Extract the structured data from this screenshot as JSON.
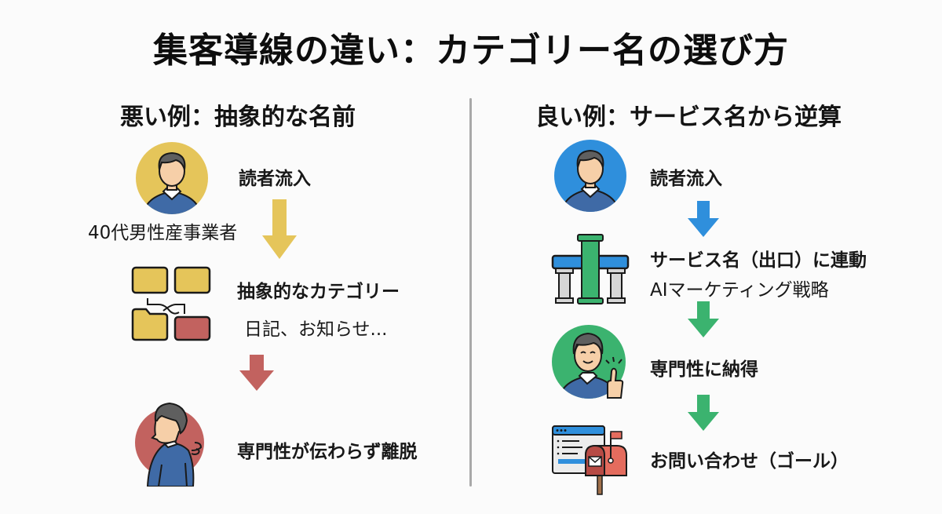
{
  "title": "集客導線の違い：カテゴリー名の選び方",
  "colors": {
    "bad_yellow": "#e5c55a",
    "bad_red": "#c2625f",
    "good_blue": "#2f8fdc",
    "good_green": "#3bb36f",
    "divider": "#a9a9a9",
    "shirt_blue": "#3f6aa6"
  },
  "left": {
    "heading": "悪い例：抽象的な名前",
    "steps": [
      {
        "icon": "reader-avatar-icon",
        "label": "読者流入",
        "sublabel": "40代男性産事業者"
      },
      {
        "icon": "messy-folders-icon",
        "label": "抽象的なカテゴリー",
        "sublabel": "日記、お知らせ..."
      },
      {
        "icon": "leaving-person-icon",
        "label": "専門性が伝わらず離脱"
      }
    ],
    "arrows": [
      "yellow-down-arrow",
      "red-down-arrow"
    ]
  },
  "right": {
    "heading": "良い例：サービス名から逆算",
    "steps": [
      {
        "icon": "reader-avatar-icon",
        "label": "読者流入"
      },
      {
        "icon": "pillar-structure-icon",
        "label": "サービス名（出口）に連動",
        "sublabel": "AIマーケティング戦略"
      },
      {
        "icon": "thumbs-up-person-icon",
        "label": "専門性に納得"
      },
      {
        "icon": "mailbox-contact-icon",
        "label": "お問い合わせ（ゴール）"
      }
    ],
    "arrows": [
      "blue-down-arrow",
      "green-down-arrow",
      "green-down-arrow"
    ]
  }
}
